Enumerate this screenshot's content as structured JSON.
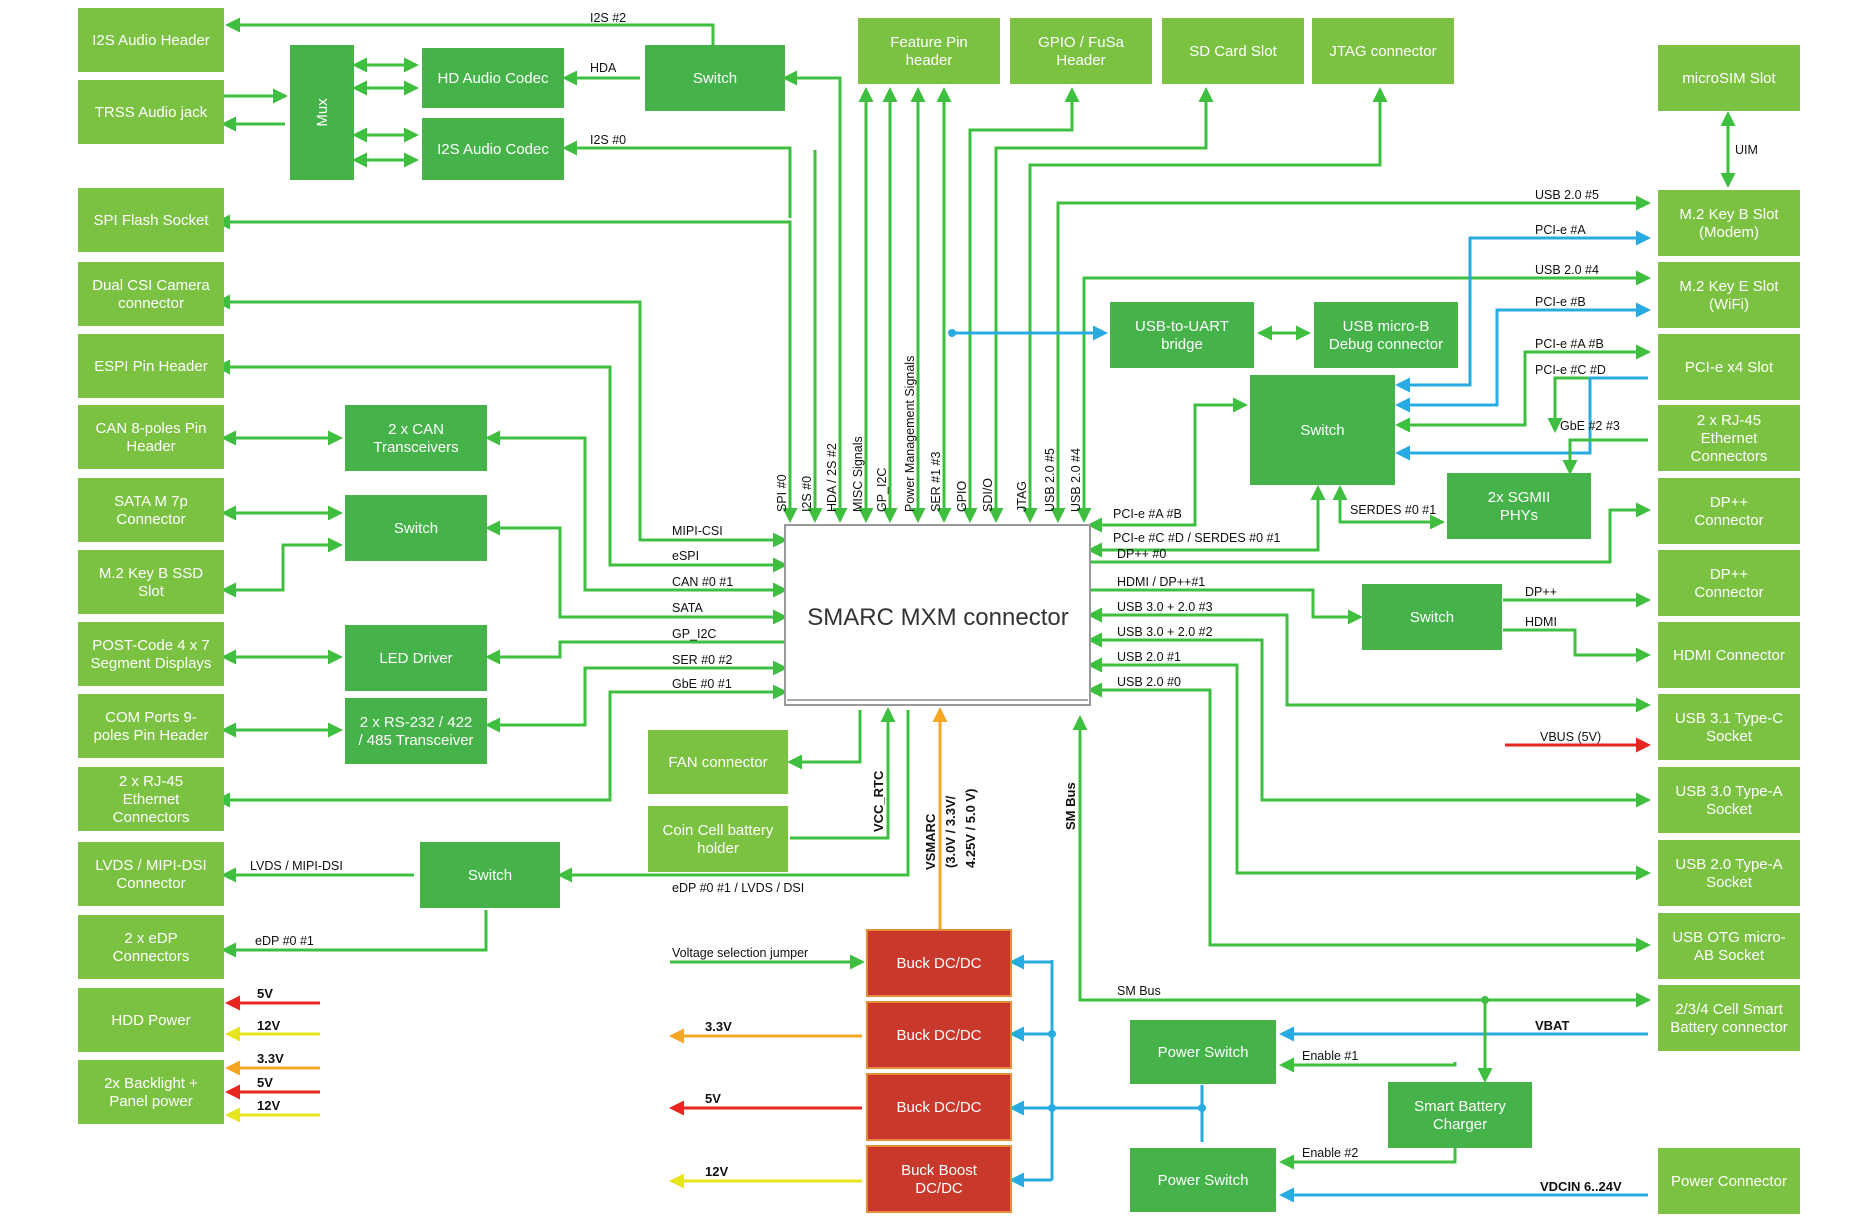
{
  "colors": {
    "block": "#45b34a",
    "block_light": "#7cc242",
    "buck": "#c8382b",
    "wire_green": "#3fbf3f",
    "wire_blue": "#29abe2",
    "wire_red": "#e8251f",
    "wire_yellow": "#e6e41e",
    "wire_orange": "#f5a623"
  },
  "center": {
    "title": "SMARC MXM connector"
  },
  "left_blocks": [
    {
      "id": "i2s-audio-header",
      "lines": [
        "I2S Audio Header"
      ]
    },
    {
      "id": "trss-audio-jack",
      "lines": [
        "TRSS Audio jack"
      ]
    },
    {
      "id": "spi-flash-socket",
      "lines": [
        "SPI Flash Socket"
      ]
    },
    {
      "id": "dual-csi-camera",
      "lines": [
        "Dual CSI Camera",
        "connector"
      ]
    },
    {
      "id": "espi-pin-header",
      "lines": [
        "ESPI Pin Header"
      ]
    },
    {
      "id": "can-header",
      "lines": [
        "CAN 8-poles Pin",
        "Header"
      ]
    },
    {
      "id": "sata-connector",
      "lines": [
        "SATA M 7p",
        "Connector"
      ]
    },
    {
      "id": "m2-ssd-slot",
      "lines": [
        "M.2 Key B SSD",
        "Slot"
      ]
    },
    {
      "id": "post-code",
      "lines": [
        "POST-Code 4 x 7",
        "Segment Displays"
      ]
    },
    {
      "id": "com-ports",
      "lines": [
        "COM Ports 9-",
        "poles Pin Header"
      ]
    },
    {
      "id": "rj45-left",
      "lines": [
        "2 x RJ-45",
        "Ethernet",
        "Connectors"
      ]
    },
    {
      "id": "lvds-connector",
      "lines": [
        "LVDS / MIPI-DSI",
        "Connector"
      ]
    },
    {
      "id": "edp-connectors",
      "lines": [
        "2 x eDP",
        "Connectors"
      ]
    },
    {
      "id": "hdd-power",
      "lines": [
        "HDD Power"
      ]
    },
    {
      "id": "backlight-power",
      "lines": [
        "2x Backlight +",
        "Panel power"
      ]
    }
  ],
  "mid_left_blocks": [
    {
      "id": "mux",
      "lines": [
        "Mux"
      ]
    },
    {
      "id": "hd-audio-codec",
      "lines": [
        "HD Audio Codec"
      ]
    },
    {
      "id": "i2s-audio-codec",
      "lines": [
        "I2S Audio Codec"
      ]
    },
    {
      "id": "audio-switch",
      "lines": [
        "Switch"
      ]
    },
    {
      "id": "can-transceivers",
      "lines": [
        "2 x CAN",
        "Transceivers"
      ]
    },
    {
      "id": "sata-switch",
      "lines": [
        "Switch"
      ]
    },
    {
      "id": "led-driver",
      "lines": [
        "LED Driver"
      ]
    },
    {
      "id": "rs232-transceiver",
      "lines": [
        "2 x RS-232 / 422",
        "/ 485 Transceiver"
      ]
    },
    {
      "id": "display-switch",
      "lines": [
        "Switch"
      ]
    },
    {
      "id": "fan-connector",
      "lines": [
        "FAN connector"
      ]
    },
    {
      "id": "coin-cell",
      "lines": [
        "Coin Cell battery",
        "holder"
      ]
    }
  ],
  "top_blocks": [
    {
      "id": "feature-pin-header",
      "lines": [
        "Feature Pin",
        "header"
      ]
    },
    {
      "id": "gpio-fusa-header",
      "lines": [
        "GPIO / FuSa",
        "Header"
      ]
    },
    {
      "id": "sd-card-slot",
      "lines": [
        "SD Card Slot"
      ]
    },
    {
      "id": "jtag-connector",
      "lines": [
        "JTAG connector"
      ]
    }
  ],
  "right_blocks": [
    {
      "id": "microsim-slot",
      "lines": [
        "microSIM Slot"
      ]
    },
    {
      "id": "m2-key-b-modem",
      "lines": [
        "M.2 Key B Slot",
        "(Modem)"
      ]
    },
    {
      "id": "m2-key-e-wifi",
      "lines": [
        "M.2 Key E Slot",
        "(WiFi)"
      ]
    },
    {
      "id": "pcie-x4-slot",
      "lines": [
        "PCI-e x4 Slot"
      ]
    },
    {
      "id": "rj45-right",
      "lines": [
        "2 x RJ-45",
        "Ethernet",
        "Connectors"
      ]
    },
    {
      "id": "dp-connector-1",
      "lines": [
        "DP++",
        "Connector"
      ]
    },
    {
      "id": "dp-connector-2",
      "lines": [
        "DP++",
        "Connector"
      ]
    },
    {
      "id": "hdmi-connector",
      "lines": [
        "HDMI Connector"
      ]
    },
    {
      "id": "usb31-typec",
      "lines": [
        "USB 3.1 Type-C",
        "Socket"
      ]
    },
    {
      "id": "usb30-typea",
      "lines": [
        "USB 3.0 Type-A",
        "Socket"
      ]
    },
    {
      "id": "usb20-typea",
      "lines": [
        "USB 2.0 Type-A",
        "Socket"
      ]
    },
    {
      "id": "usb-otg",
      "lines": [
        "USB OTG micro-",
        "AB Socket"
      ]
    },
    {
      "id": "smart-battery-connector",
      "lines": [
        "2/3/4 Cell Smart",
        "Battery connector"
      ]
    },
    {
      "id": "power-connector",
      "lines": [
        "Power Connector"
      ]
    }
  ],
  "mid_right_blocks": [
    {
      "id": "usb-uart-bridge",
      "lines": [
        "USB-to-UART",
        "bridge"
      ]
    },
    {
      "id": "usb-microb-debug",
      "lines": [
        "USB micro-B",
        "Debug connector"
      ]
    },
    {
      "id": "pcie-switch",
      "lines": [
        "Switch"
      ]
    },
    {
      "id": "sgmii-phys",
      "lines": [
        "2x SGMII",
        "PHYs"
      ]
    },
    {
      "id": "dp-hdmi-switch",
      "lines": [
        "Switch"
      ]
    },
    {
      "id": "power-switch-1",
      "lines": [
        "Power Switch"
      ]
    },
    {
      "id": "power-switch-2",
      "lines": [
        "Power Switch"
      ]
    },
    {
      "id": "smart-battery-charger",
      "lines": [
        "Smart Battery",
        "Charger"
      ]
    }
  ],
  "buck_blocks": [
    {
      "id": "buck-1",
      "lines": [
        "Buck DC/DC"
      ]
    },
    {
      "id": "buck-2",
      "lines": [
        "Buck DC/DC"
      ]
    },
    {
      "id": "buck-3",
      "lines": [
        "Buck DC/DC"
      ]
    },
    {
      "id": "buck-boost",
      "lines": [
        "Buck Boost",
        "DC/DC"
      ]
    }
  ],
  "signals": {
    "i2s2": "I2S #2",
    "hda": "HDA",
    "i2s0_codec": "I2S #0",
    "uim": "UIM",
    "usb20_5": "USB 2.0 #5",
    "pcie_a": "PCI-e #A",
    "usb20_4": "USB 2.0 #4",
    "pcie_b": "PCI-e #B",
    "pcie_ab": "PCI-e #A #B",
    "pcie_cd": "PCI-e #C #D",
    "gbe23": "GbE #2 #3",
    "pcie_ab_conn": "PCI-e #A #B",
    "pcie_cd_serdes": "PCI-e #C #D / SERDES #0 #1",
    "serdes01": "SERDES #0 #1",
    "dp0": "DP++ #0",
    "hdmi_dp1": "HDMI / DP++#1",
    "usb30_3": "USB 3.0 + 2.0 #3",
    "usb30_2": "USB 3.0 + 2.0 #2",
    "usb20_1": "USB 2.0 #1",
    "usb20_0": "USB 2.0 #0",
    "dpplus": "DP++",
    "hdmi": "HDMI",
    "vbus": "VBUS (5V)",
    "mipi_csi": "MIPI-CSI",
    "espi": "eSPI",
    "can01": "CAN #0 #1",
    "sata": "SATA",
    "gp_i2c_left": "GP_I2C",
    "ser02": "SER #0 #2",
    "gbe01": "GbE #0 #1",
    "lvds_mipi": "LVDS / MIPI-DSI",
    "edp_lvds": "eDP #0 #1 / LVDS / DSI",
    "edp01": "eDP #0 #1",
    "sm_bus": "SM Bus",
    "vbat": "VBAT",
    "enable1": "Enable #1",
    "enable2": "Enable #2",
    "vdcin": "VDCIN 6..24V",
    "voltage_jumper": "Voltage selection jumper",
    "vcc_rtc": "VCC_RTC",
    "vsmarc": "VSMARC",
    "vsmarc_values": "(3.0V / 3.3V/",
    "vsmarc_values2": "4.25V / 5.0 V)",
    "sm_bus_v": "SM Bus"
  },
  "top_signals": [
    "SPI #0",
    "I2S #0",
    "HDA / 2S #2",
    "MISC Signals",
    "GP_I2C",
    "Power Management Signals",
    "SER #1 #3",
    "GPIO",
    "SDI/O",
    "JTAG",
    "USB 2.0 #5",
    "USB 2.0 #4"
  ],
  "power_labels": {
    "hdd_5v": "5V",
    "hdd_12v": "12V",
    "bl_33v": "3.3V",
    "bl_5v": "5V",
    "bl_12v": "12V",
    "out_33v": "3.3V",
    "out_5v": "5V",
    "out_12v": "12V"
  }
}
